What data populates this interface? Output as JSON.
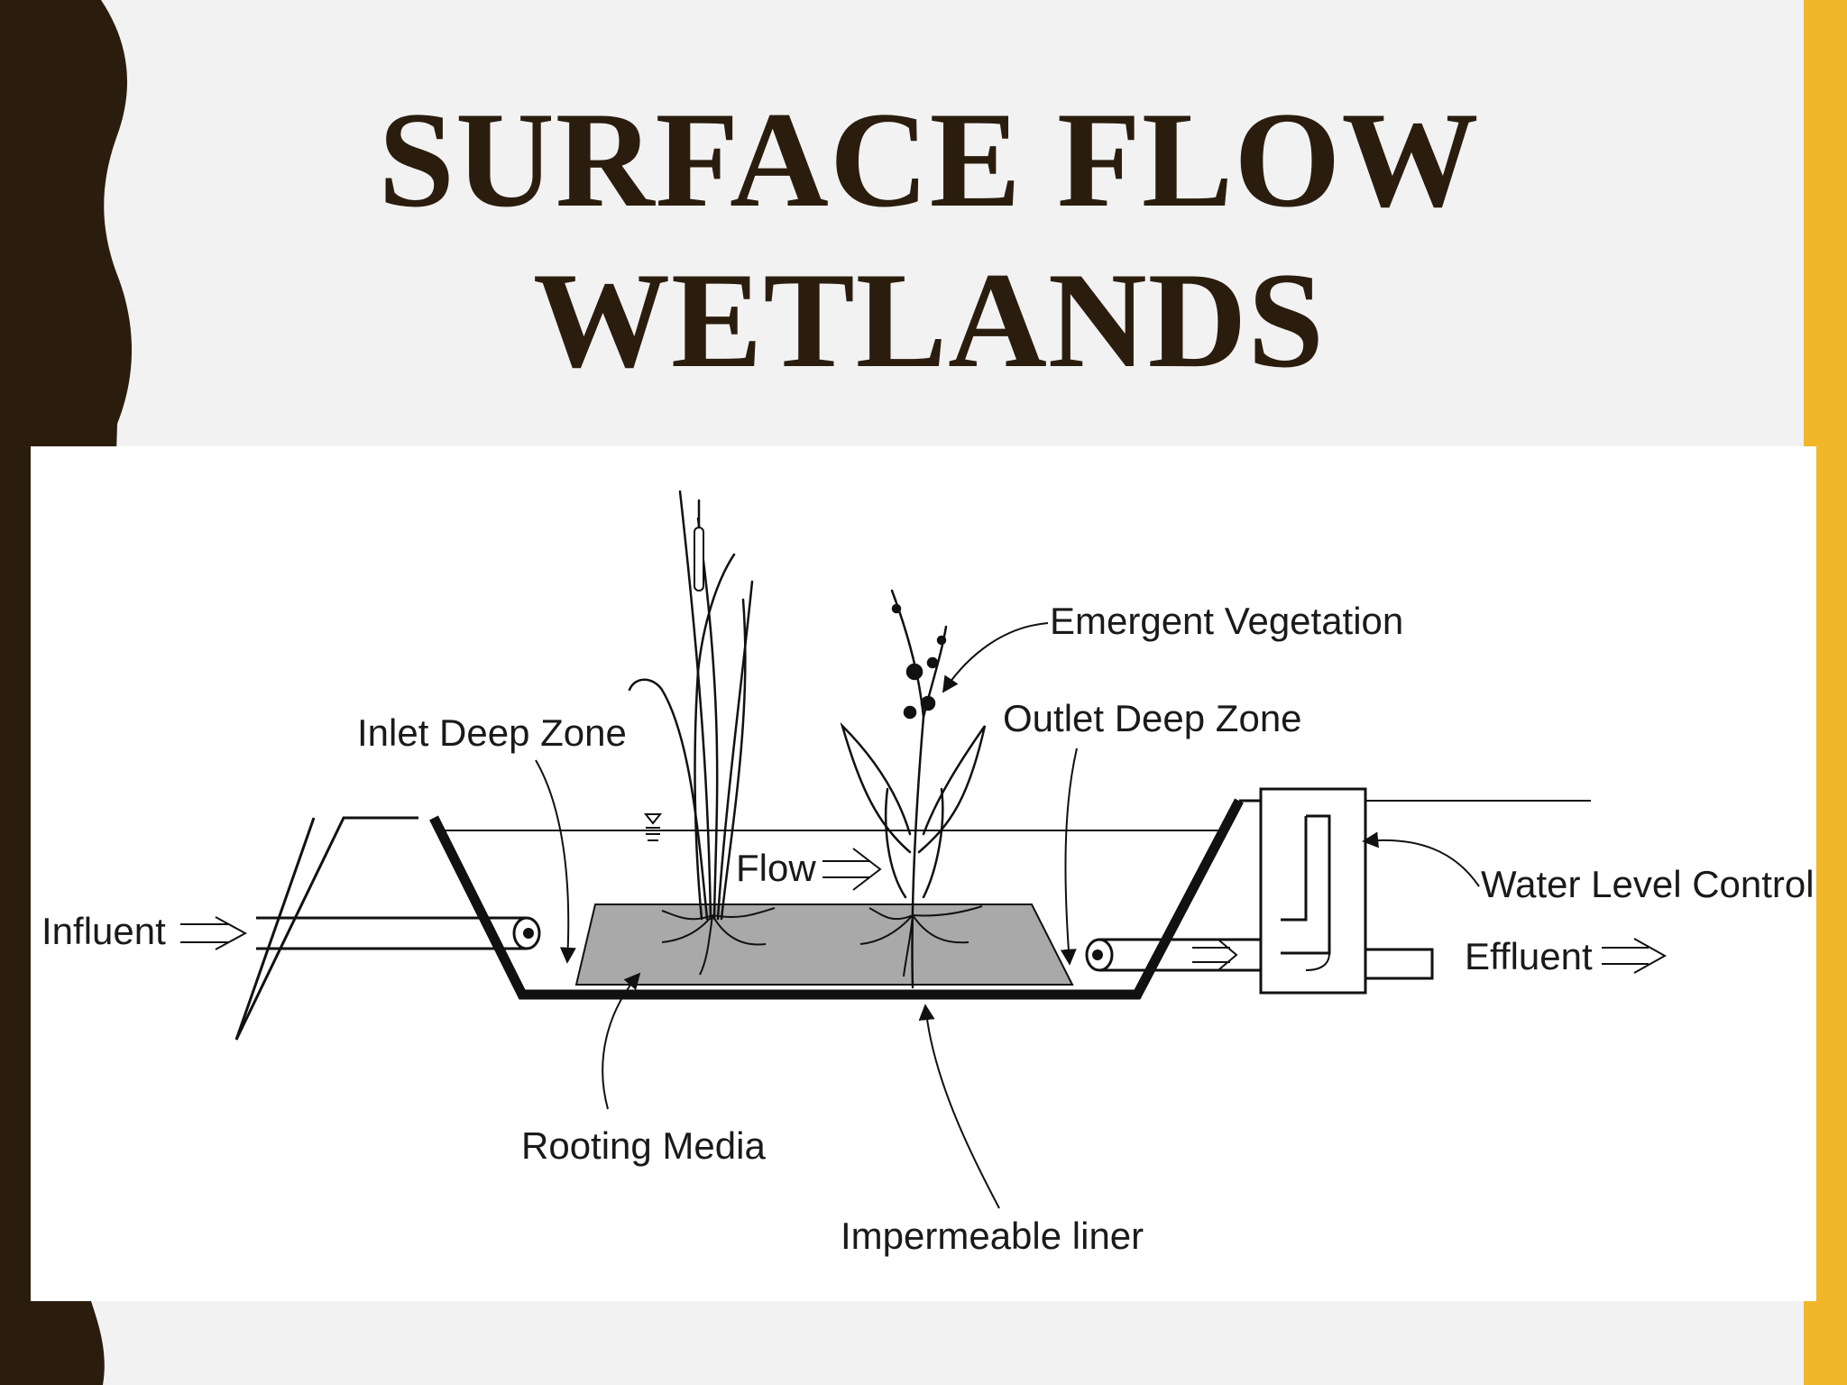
{
  "title": {
    "line1": "SURFACE FLOW",
    "line2": "WETLANDS"
  },
  "diagram": {
    "labels": {
      "influent": "Influent",
      "inlet_deep_zone": "Inlet Deep Zone",
      "flow": "Flow",
      "emergent_vegetation": "Emergent Vegetation",
      "outlet_deep_zone": "Outlet Deep Zone",
      "water_level_control": "Water Level Control",
      "effluent": "Effluent",
      "rooting_media": "Rooting Media",
      "impermeable_liner": "Impermeable liner"
    }
  },
  "colors": {
    "background": "#f2f2f2",
    "left_band": "#2b1d0e",
    "right_band": "#f2b728",
    "title_text": "#2b1d0e",
    "rooting_media_fill": "#a9a9a9"
  }
}
